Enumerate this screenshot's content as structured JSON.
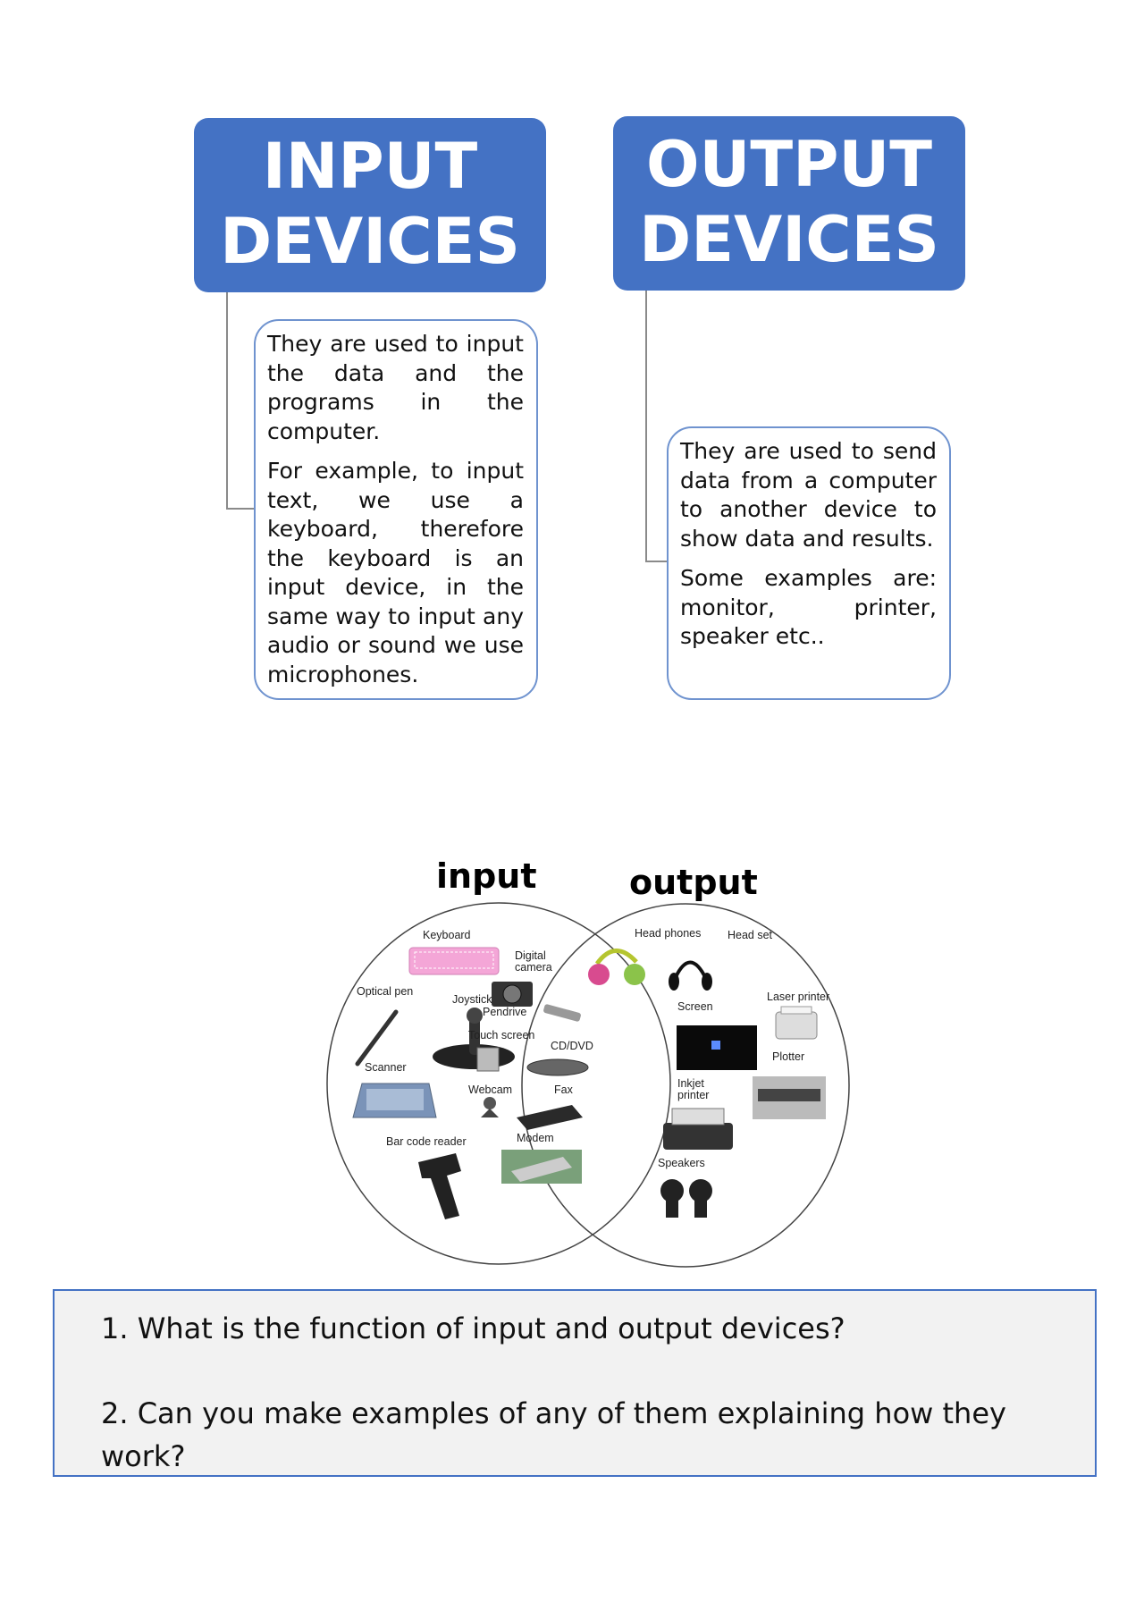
{
  "input_section": {
    "title_line1": "INPUT",
    "title_line2": "DEVICES",
    "paragraph1": "They are used to input the data and the programs in the computer.",
    "paragraph2": "For example, to input text, we use a keyboard, therefore the keyboard is an input device, in the same way to input any audio or sound we use microphones."
  },
  "output_section": {
    "title_line1": "OUTPUT",
    "title_line2": "DEVICES",
    "paragraph1": "They are used to send data from a computer to another device to show data and results.",
    "paragraph2": "Some examples are: monitor, printer, speaker etc.."
  },
  "venn": {
    "input_title": "input",
    "output_title": "output",
    "labels": {
      "keyboard": "Keyboard",
      "optical_pen": "Optical pen",
      "joystick": "Joystick",
      "scanner": "Scanner",
      "bar_code_reader": "Bar code reader",
      "digital_camera_1": "Digital",
      "digital_camera_2": "camera",
      "pendrive": "Pendrive",
      "touch_screen": "Touch screen",
      "cd_dvd": "CD/DVD",
      "webcam": "Webcam",
      "fax": "Fax",
      "modem": "Modem",
      "head_phones": "Head phones",
      "head_set": "Head set",
      "laser_printer": "Laser printer",
      "screen": "Screen",
      "plotter": "Plotter",
      "inkjet_printer_1": "Inkjet",
      "inkjet_printer_2": "printer",
      "speakers": "Speakers"
    }
  },
  "questions": {
    "q1": "1. What is the function of input and output devices?",
    "q2": "2. Can you make examples of any of them explaining how they work?"
  },
  "colors": {
    "header_blue": "#4472c4",
    "box_border": "#6f93cf",
    "question_bg": "#f2f2f2"
  }
}
